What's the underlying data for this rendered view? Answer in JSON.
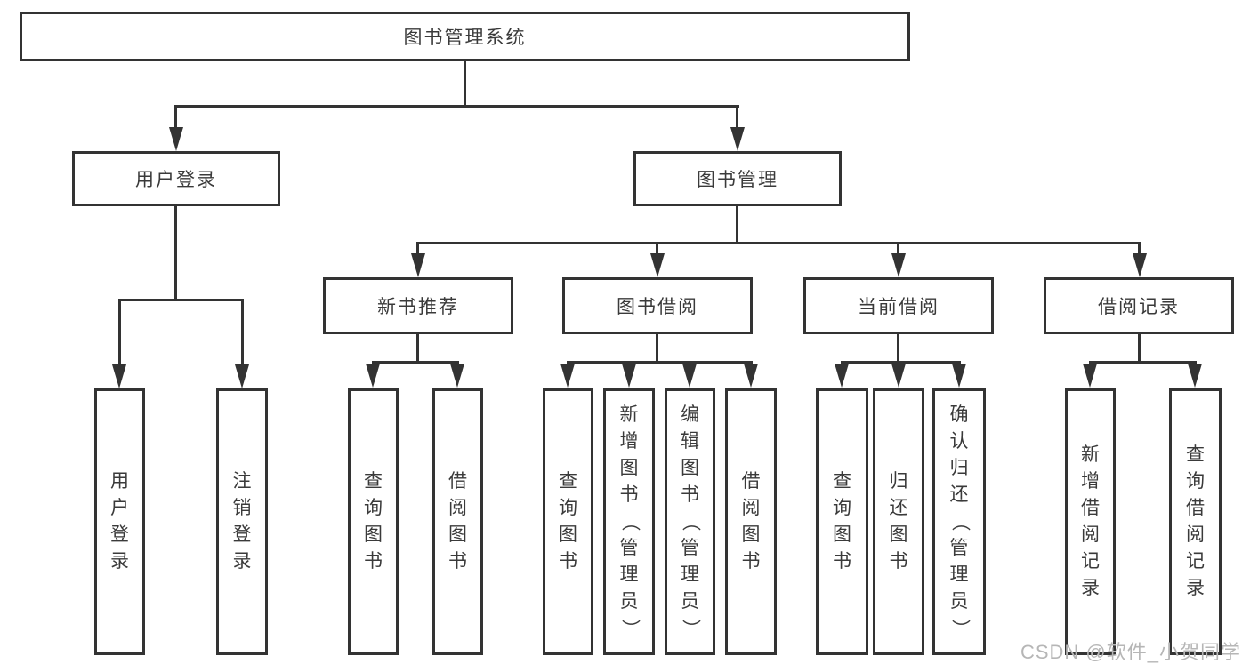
{
  "colors": {
    "line": "#333333",
    "text": "#3a3a3a",
    "watermark": "#b6b6b6",
    "bg": "#ffffff"
  },
  "watermark": "CSDN @软件_小贺同学",
  "tree": {
    "root": "图书管理系统",
    "level2": [
      "用户登录",
      "图书管理"
    ],
    "level3": [
      "新书推荐",
      "图书借阅",
      "当前借阅",
      "借阅记录"
    ],
    "leaves": {
      "user": [
        "用户登录",
        "注销登录"
      ],
      "recommend": [
        "查询图书",
        "借阅图书"
      ],
      "borrow": [
        "查询图书",
        "新增图书（管理员）",
        "编辑图书（管理员）",
        "借阅图书"
      ],
      "current": [
        "查询图书",
        "归还图书",
        "确认归还（管理员）"
      ],
      "record": [
        "新增借阅记录",
        "查询借阅记录"
      ]
    }
  }
}
